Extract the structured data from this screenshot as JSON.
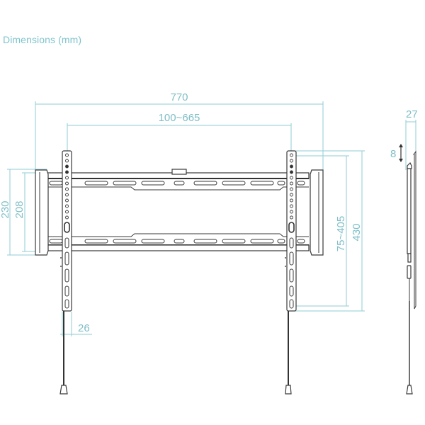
{
  "title": "Dimensions (mm)",
  "colors": {
    "dimension": "#8fcdd3",
    "dimension_text": "#7fbec6",
    "drawing": "#3a3a3a"
  },
  "dimensions": {
    "overall_width": "770",
    "vesa_horizontal": "100~665",
    "arm_height_outer": "230",
    "arm_height_inner": "208",
    "vesa_vertical": "75~405",
    "overall_height": "430",
    "rail_width": "26",
    "depth": "27",
    "tilt_adjust": "8"
  },
  "views": [
    "front-view",
    "side-view"
  ]
}
